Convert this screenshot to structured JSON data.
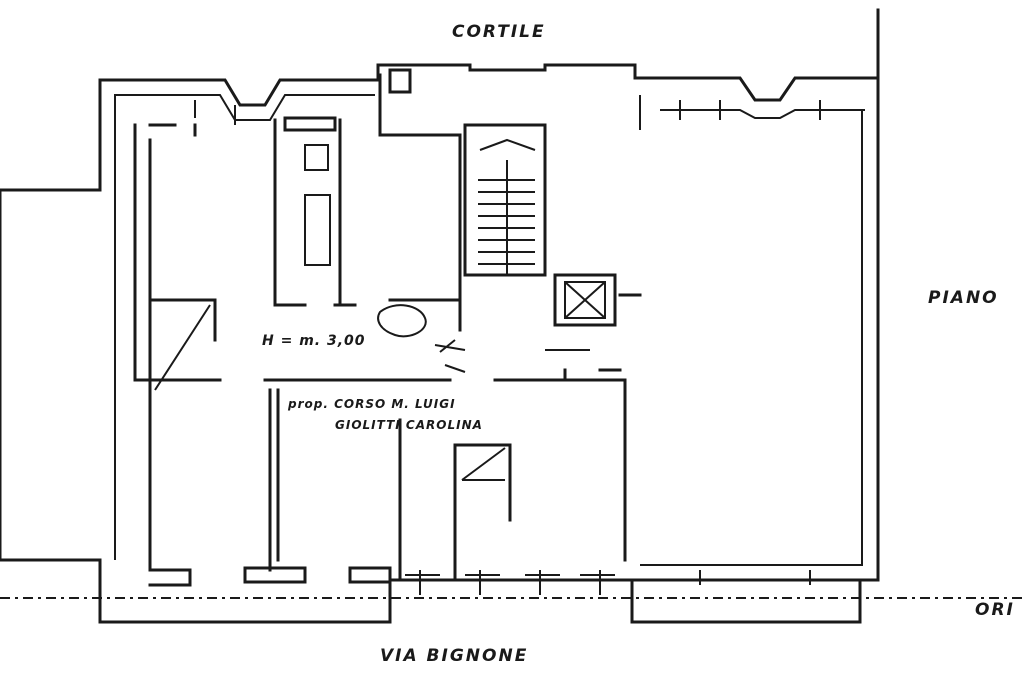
{
  "labels": {
    "courtyard": "CORTILE",
    "street": "VIA BIGNONE",
    "piano": "PIANO",
    "ori": "ORI",
    "height": "H = m. 3,00",
    "owner_line1": "prop. CORSO M. LUIGI",
    "owner_line2": "GIOLITTI CAROLINA"
  },
  "colors": {
    "ink": "#1a1a1a",
    "paper": "#ffffff"
  }
}
